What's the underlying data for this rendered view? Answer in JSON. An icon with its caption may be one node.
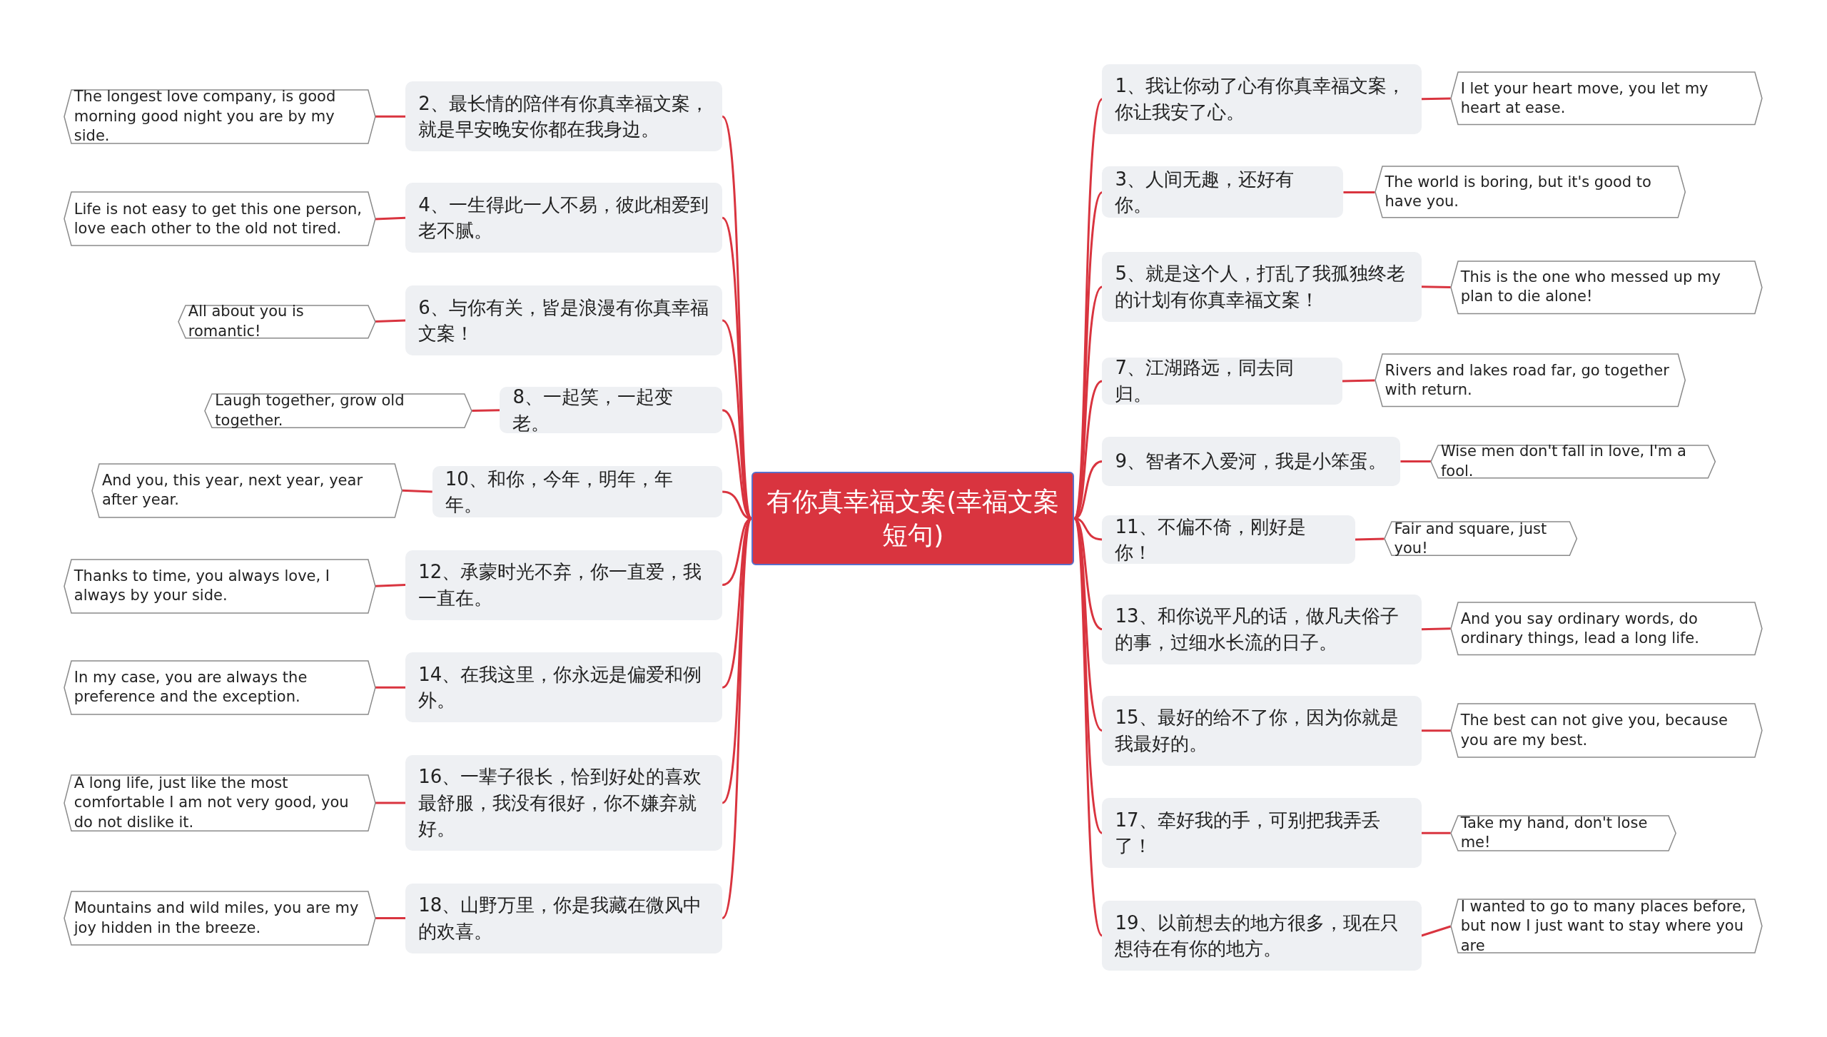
{
  "diagram": {
    "nodes": [
      {
        "text": [
          "有你真幸福文案(幸福文案短句)"
        ]
      },
      {
        "text": [
          "1、我让你动了心有你真幸福文案，你让我安了心。"
        ]
      },
      {
        "text": [
          "I let your heart move, you let my heart at ease."
        ]
      },
      {
        "text": [
          "2、最长情的陪伴有你真幸福文案，就是早安晚安你都在我身边。"
        ]
      },
      {
        "text": [
          "The longest love company, is good morning good night you are by my side."
        ]
      },
      {
        "text": [
          "3、人间无趣，还好有你。"
        ]
      },
      {
        "text": [
          "The world is boring, but it's good to have you."
        ]
      },
      {
        "text": [
          "4、一生得此一人不易，彼此相爱到老不腻。"
        ]
      },
      {
        "text": [
          "Life is not easy to get this one person, love each other to the old not tired."
        ]
      },
      {
        "text": [
          "5、就是这个人，打乱了我孤独终老的计划有你真幸福文案！"
        ]
      },
      {
        "text": [
          "This is the one who messed up my plan to die alone!"
        ]
      },
      {
        "text": [
          "6、与你有关，皆是浪漫有你真幸福文案！"
        ]
      },
      {
        "text": [
          "All about you is romantic!"
        ]
      },
      {
        "text": [
          "7、江湖路远，同去同归。"
        ]
      },
      {
        "text": [
          "Rivers and lakes road far, go together with return."
        ]
      },
      {
        "text": [
          "8、一起笑，一起变老。"
        ]
      },
      {
        "text": [
          "Laugh together, grow old together."
        ]
      },
      {
        "text": [
          "9、智者不入爱河，我是小笨蛋。"
        ]
      },
      {
        "text": [
          "Wise men don't fall in love, I'm a fool."
        ]
      },
      {
        "text": [
          "10、和你，今年，明年，年年。"
        ]
      },
      {
        "text": [
          "And you, this year, next year, year after year."
        ]
      },
      {
        "text": [
          "11、不偏不倚，刚好是你！"
        ]
      },
      {
        "text": [
          "Fair and square, just you!"
        ]
      },
      {
        "text": [
          "12、承蒙时光不弃，你一直爱，我一直在。"
        ]
      },
      {
        "text": [
          "Thanks to time, you always love, I always by your side."
        ]
      },
      {
        "text": [
          "13、和你说平凡的话，做凡夫俗子的事，过细水长流的日子。"
        ]
      },
      {
        "text": [
          "And you say ordinary words, do ordinary things, lead a long life."
        ]
      },
      {
        "text": [
          "14、在我这里，你永远是偏爱和例外。"
        ]
      },
      {
        "text": [
          "In my case, you are always the preference and the exception."
        ]
      },
      {
        "text": [
          "15、最好的给不了你，因为你就是我最好的。"
        ]
      },
      {
        "text": [
          "The best can not give you, because you are my best."
        ]
      },
      {
        "text": [
          "16、一辈子很长，恰到好处的喜欢最舒服，我没有很好，你不嫌弃就好。"
        ]
      },
      {
        "text": [
          "A long life, just like the most comfortable I am not very good, you do not dislike it."
        ]
      },
      {
        "text": [
          "17、牵好我的手，可别把我弄丢了！"
        ]
      },
      {
        "text": [
          "Take my hand, don't lose me!"
        ]
      },
      {
        "text": [
          "18、山野万里，你是我藏在微风中的欢喜。"
        ]
      },
      {
        "text": [
          "Mountains and wild miles, you are my joy hidden in the breeze."
        ]
      },
      {
        "text": [
          "19、以前想去的地方很多，现在只想待在有你的地方。"
        ]
      },
      {
        "text": [
          "I wanted to go to many places before, but now I just want to stay where you are"
        ]
      }
    ],
    "edges": [
      {
        "from": 0,
        "to": 1,
        "arrow": "none"
      },
      {
        "from": 1,
        "to": 2,
        "arrow": "none"
      },
      {
        "from": 0,
        "to": 3,
        "arrow": "none"
      },
      {
        "from": 3,
        "to": 4,
        "arrow": "none"
      },
      {
        "from": 0,
        "to": 5,
        "arrow": "none"
      },
      {
        "from": 5,
        "to": 6,
        "arrow": "none"
      },
      {
        "from": 0,
        "to": 7,
        "arrow": "none"
      },
      {
        "from": 7,
        "to": 8,
        "arrow": "none"
      },
      {
        "from": 0,
        "to": 9,
        "arrow": "none"
      },
      {
        "from": 9,
        "to": 10,
        "arrow": "none"
      },
      {
        "from": 0,
        "to": 11,
        "arrow": "none"
      },
      {
        "from": 11,
        "to": 12,
        "arrow": "none"
      },
      {
        "from": 0,
        "to": 13,
        "arrow": "none"
      },
      {
        "from": 13,
        "to": 14,
        "arrow": "none"
      },
      {
        "from": 0,
        "to": 15,
        "arrow": "none"
      },
      {
        "from": 15,
        "to": 16,
        "arrow": "none"
      },
      {
        "from": 0,
        "to": 17,
        "arrow": "none"
      },
      {
        "from": 17,
        "to": 18,
        "arrow": "none"
      },
      {
        "from": 0,
        "to": 19,
        "arrow": "none"
      },
      {
        "from": 19,
        "to": 20,
        "arrow": "none"
      },
      {
        "from": 0,
        "to": 21,
        "arrow": "none"
      },
      {
        "from": 21,
        "to": 22,
        "arrow": "none"
      },
      {
        "from": 0,
        "to": 23,
        "arrow": "none"
      },
      {
        "from": 23,
        "to": 24,
        "arrow": "none"
      },
      {
        "from": 0,
        "to": 25,
        "arrow": "none"
      },
      {
        "from": 25,
        "to": 26,
        "arrow": "none"
      },
      {
        "from": 0,
        "to": 27,
        "arrow": "none"
      },
      {
        "from": 27,
        "to": 28,
        "arrow": "none"
      },
      {
        "from": 0,
        "to": 29,
        "arrow": "none"
      },
      {
        "from": 29,
        "to": 30,
        "arrow": "none"
      },
      {
        "from": 0,
        "to": 31,
        "arrow": "none"
      },
      {
        "from": 31,
        "to": 32,
        "arrow": "none"
      },
      {
        "from": 0,
        "to": 33,
        "arrow": "none"
      },
      {
        "from": 33,
        "to": 34,
        "arrow": "none"
      },
      {
        "from": 0,
        "to": 35,
        "arrow": "none"
      },
      {
        "from": 35,
        "to": 36,
        "arrow": "none"
      },
      {
        "from": 0,
        "to": 37,
        "arrow": "none"
      },
      {
        "from": 37,
        "to": 38,
        "arrow": "none"
      }
    ]
  }
}
